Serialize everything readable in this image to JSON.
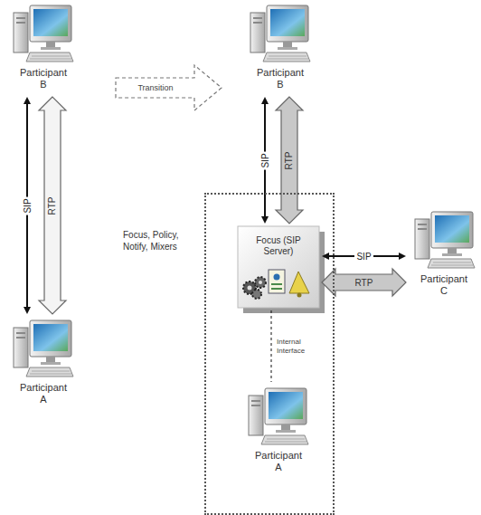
{
  "diagram": {
    "nodes": [
      {
        "text": [
          "Participant B"
        ]
      },
      {
        "text": [
          "Participant A"
        ]
      },
      {
        "text": [
          "Participant B"
        ]
      },
      {
        "text": [
          "Focus, Policy, Notify, Mixers"
        ]
      },
      {
        "text": [
          "Focus (SIP Server)"
        ],
        "in": 3
      },
      {
        "text": [
          "Participant A"
        ],
        "in": 3
      },
      {
        "text": [
          "Participant C"
        ]
      }
    ],
    "edges": [
      {
        "from": 0,
        "to": 1,
        "label": "SIP",
        "arrow": "both"
      },
      {
        "from": 0,
        "to": 1,
        "label": "RTP",
        "arrow": "both"
      },
      {
        "from": 2,
        "to": 4,
        "label": "SIP",
        "arrow": "both"
      },
      {
        "from": 2,
        "to": 4,
        "label": "RTP",
        "arrow": "both"
      },
      {
        "from": 4,
        "to": 6,
        "label": "SIP",
        "arrow": "both"
      },
      {
        "from": 4,
        "to": 6,
        "label": "RTP",
        "arrow": "both"
      },
      {
        "from": 4,
        "to": 5,
        "label": "Internal Interface",
        "arrow": "none"
      }
    ],
    "labels": [
      "Transition"
    ]
  }
}
